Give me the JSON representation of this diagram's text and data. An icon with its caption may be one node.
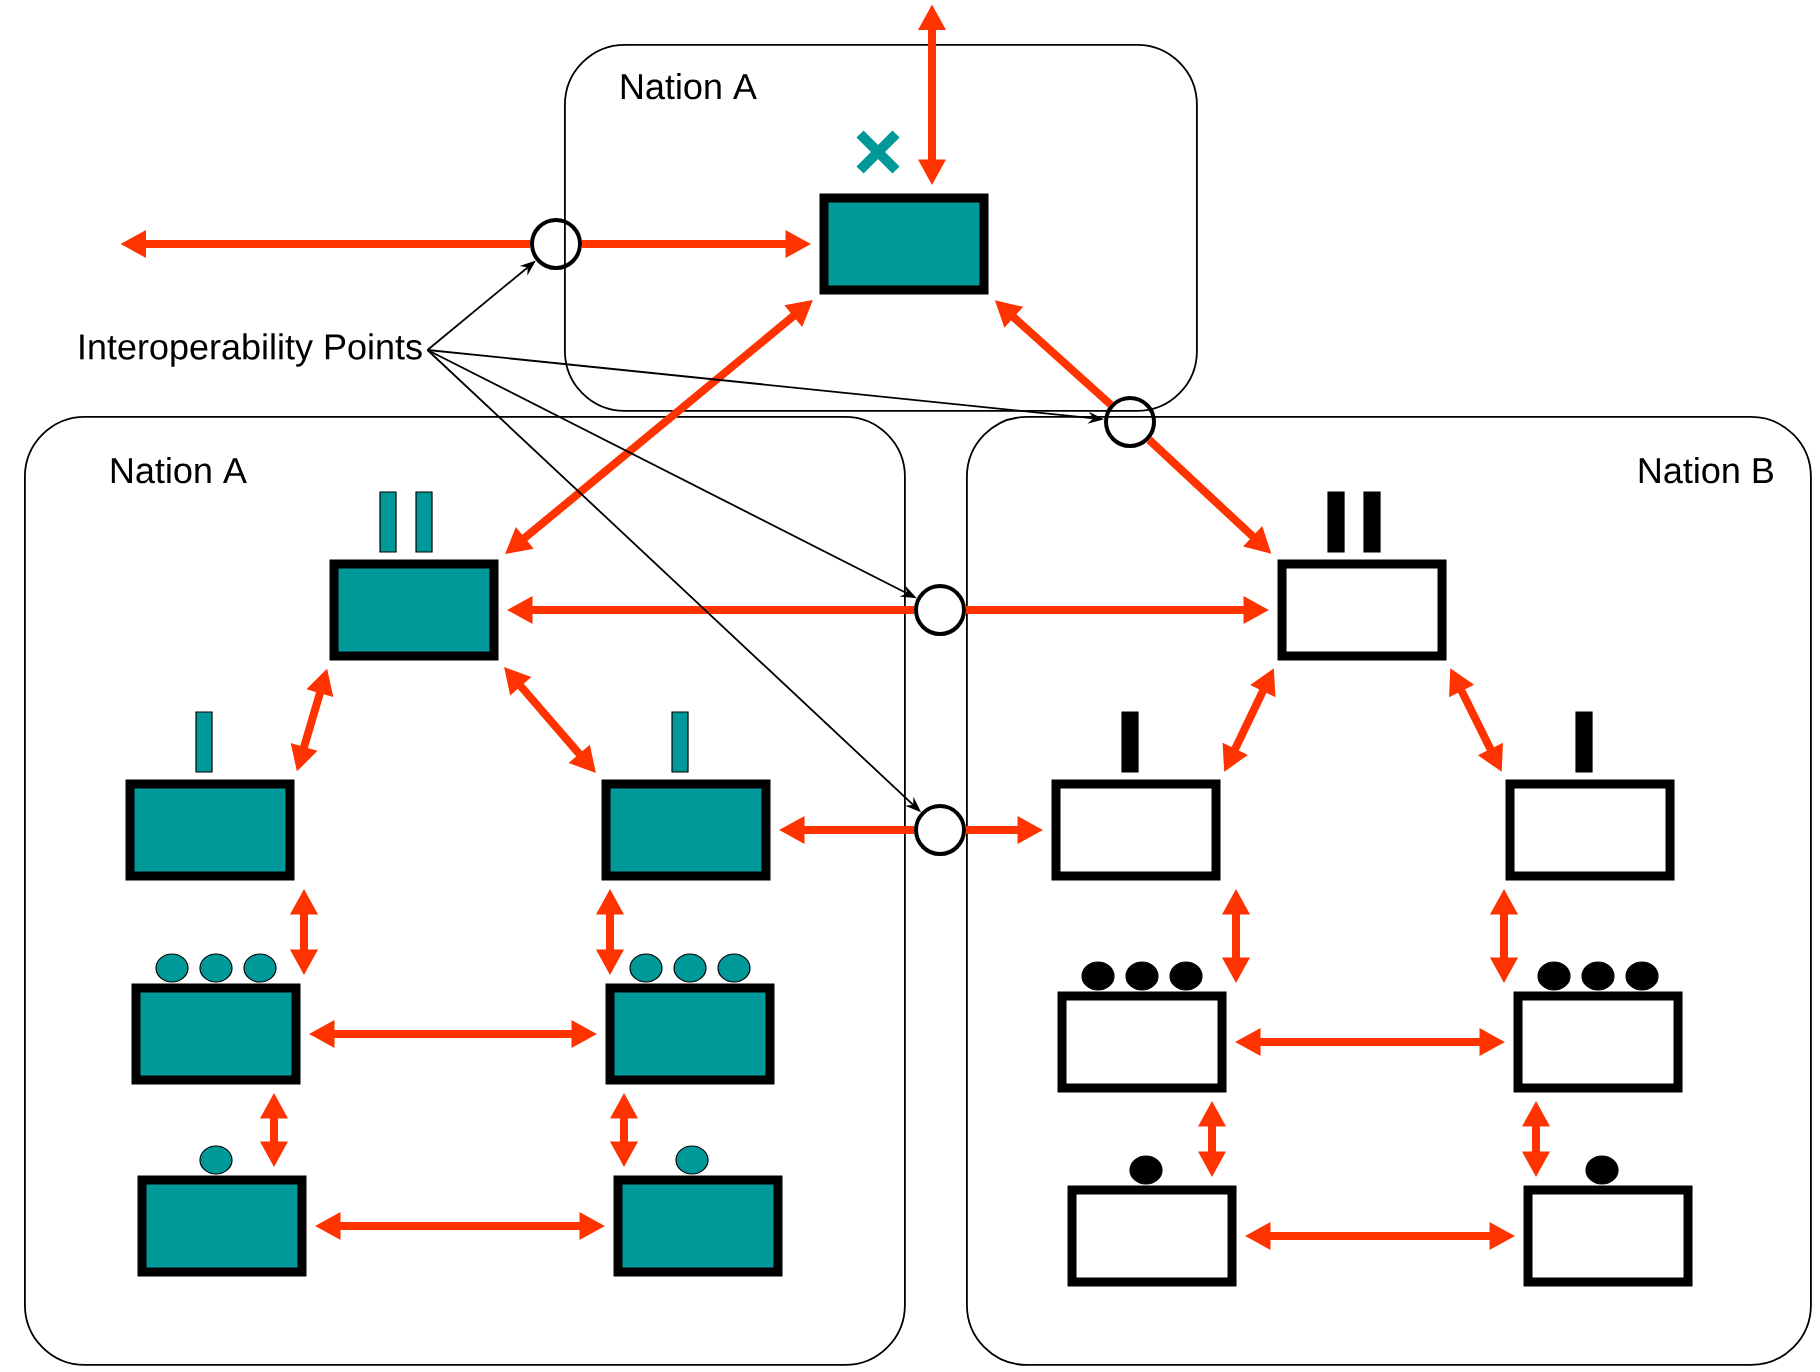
{
  "diagram": {
    "nodes": [
      {
        "text": [
          "Nation A"
        ]
      },
      {
        "text": [],
        "shape": "box",
        "in": 0
      },
      {
        "text": [],
        "shape": "circle"
      },
      {
        "text": [
          "Interoperability Points"
        ]
      },
      {
        "text": [],
        "shape": "circle"
      },
      {
        "text": [
          "Nation A"
        ]
      },
      {
        "text": [],
        "shape": "box",
        "in": 5
      },
      {
        "text": [],
        "shape": "box",
        "in": 5
      },
      {
        "text": [],
        "shape": "box",
        "in": 5
      },
      {
        "text": [],
        "shape": "box",
        "in": 5
      },
      {
        "text": [],
        "shape": "box",
        "in": 5
      },
      {
        "text": [],
        "shape": "box",
        "in": 5
      },
      {
        "text": [],
        "shape": "box",
        "in": 5
      },
      {
        "text": [],
        "shape": "circle"
      },
      {
        "text": [],
        "shape": "circle"
      },
      {
        "text": [
          "Nation B"
        ]
      },
      {
        "text": [],
        "shape": "box",
        "in": 15
      },
      {
        "text": [],
        "shape": "box",
        "in": 15
      },
      {
        "text": [],
        "shape": "box",
        "in": 15
      },
      {
        "text": [],
        "shape": "box",
        "in": 15
      },
      {
        "text": [],
        "shape": "box",
        "in": 15
      },
      {
        "text": [],
        "shape": "box",
        "in": 15
      },
      {
        "text": [],
        "shape": "box",
        "in": 15
      }
    ],
    "edges": [
      {
        "from": null,
        "to": 1,
        "arrow": "both"
      },
      {
        "from": 2,
        "to": null,
        "arrow": "to"
      },
      {
        "from": 2,
        "to": 1,
        "arrow": "to"
      },
      {
        "from": 1,
        "to": 6,
        "arrow": "both"
      },
      {
        "from": 4,
        "to": 1,
        "arrow": "to"
      },
      {
        "from": 4,
        "to": 16,
        "arrow": "to"
      },
      {
        "from": 13,
        "to": 6,
        "arrow": "to"
      },
      {
        "from": 13,
        "to": 16,
        "arrow": "to"
      },
      {
        "from": 6,
        "to": 7,
        "arrow": "both"
      },
      {
        "from": 6,
        "to": 8,
        "arrow": "both"
      },
      {
        "from": 14,
        "to": 8,
        "arrow": "to"
      },
      {
        "from": 14,
        "to": 17,
        "arrow": "to"
      },
      {
        "from": 7,
        "to": 9,
        "arrow": "both"
      },
      {
        "from": 9,
        "to": 10,
        "arrow": "both"
      },
      {
        "from": 8,
        "to": 10,
        "arrow": "both"
      },
      {
        "from": 9,
        "to": 11,
        "arrow": "both"
      },
      {
        "from": 11,
        "to": 12,
        "arrow": "both"
      },
      {
        "from": 10,
        "to": 12,
        "arrow": "both"
      },
      {
        "from": 16,
        "to": 17,
        "arrow": "both"
      },
      {
        "from": 16,
        "to": 18,
        "arrow": "both"
      },
      {
        "from": 17,
        "to": 19,
        "arrow": "both"
      },
      {
        "from": 18,
        "to": 20,
        "arrow": "both"
      },
      {
        "from": 19,
        "to": 20,
        "arrow": "both"
      },
      {
        "from": 19,
        "to": 21,
        "arrow": "both"
      },
      {
        "from": 20,
        "to": 22,
        "arrow": "both"
      },
      {
        "from": 21,
        "to": 22,
        "arrow": "both"
      },
      {
        "from": 3,
        "to": 2,
        "arrow": "to",
        "color": "#000000"
      },
      {
        "from": 3,
        "to": 4,
        "arrow": "to",
        "color": "#000000"
      },
      {
        "from": 3,
        "to": 13,
        "arrow": "to",
        "color": "#000000"
      },
      {
        "from": 3,
        "to": 14,
        "arrow": "to",
        "color": "#000000"
      }
    ]
  }
}
